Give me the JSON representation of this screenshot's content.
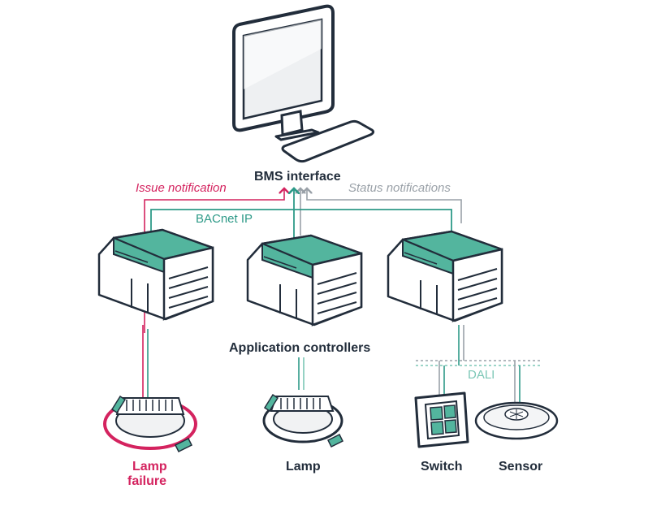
{
  "labels": {
    "bms_interface": "BMS interface",
    "issue_notification": "Issue notification",
    "status_notifications": "Status notifications",
    "bacnet_ip": "BACnet IP",
    "application_controllers": "Application controllers",
    "dali": "DALI",
    "lamp_failure_line1": "Lamp",
    "lamp_failure_line2": "failure",
    "lamp": "Lamp",
    "switch": "Switch",
    "sensor": "Sensor"
  },
  "colors": {
    "outline": "#222d3b",
    "teal": "#2e9a88",
    "teal_fill": "#53b59e",
    "red": "#d4235f",
    "gray": "#9aa1a8",
    "light_teal": "#7cc7b6"
  }
}
